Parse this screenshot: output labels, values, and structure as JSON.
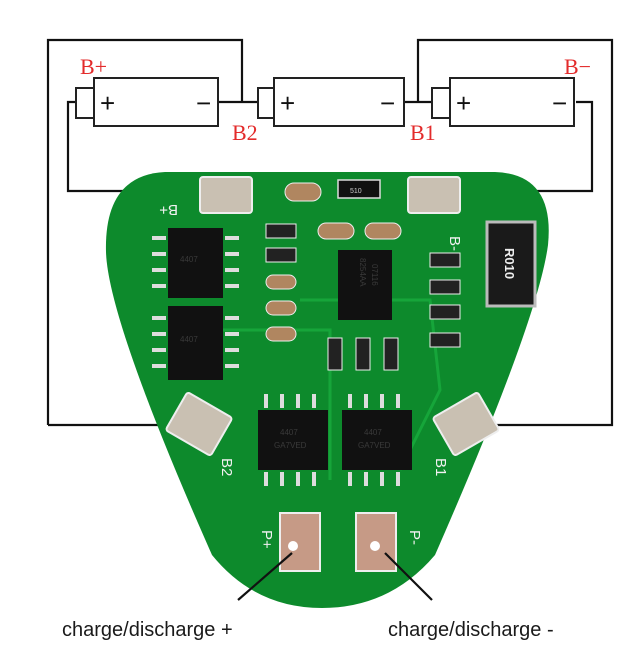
{
  "labels": {
    "b_plus": "B+",
    "b_minus": "B−",
    "b2": "B2",
    "b1": "B1"
  },
  "battery_signs": {
    "plus": "+",
    "minus": "−"
  },
  "board": {
    "silk_b_plus": "B+",
    "silk_b_minus": "B-",
    "silk_b2": "B2",
    "silk_b1": "B1",
    "silk_p_plus": "P+",
    "silk_p_minus": "P-",
    "mosfet_mark_1": "4407",
    "mosfet_mark_2": "GA7VED",
    "ic_mark_1": "8254AA",
    "ic_mark_2": "07116",
    "shunt_mark": "R010",
    "resistor_mark": "510"
  },
  "captions": {
    "charge_plus": "charge/discharge +",
    "charge_minus": "charge/discharge -"
  },
  "colors": {
    "label_red": "#e32b2b",
    "pcb_green": "#0d8a2c",
    "pad": "#c9c0b2"
  }
}
